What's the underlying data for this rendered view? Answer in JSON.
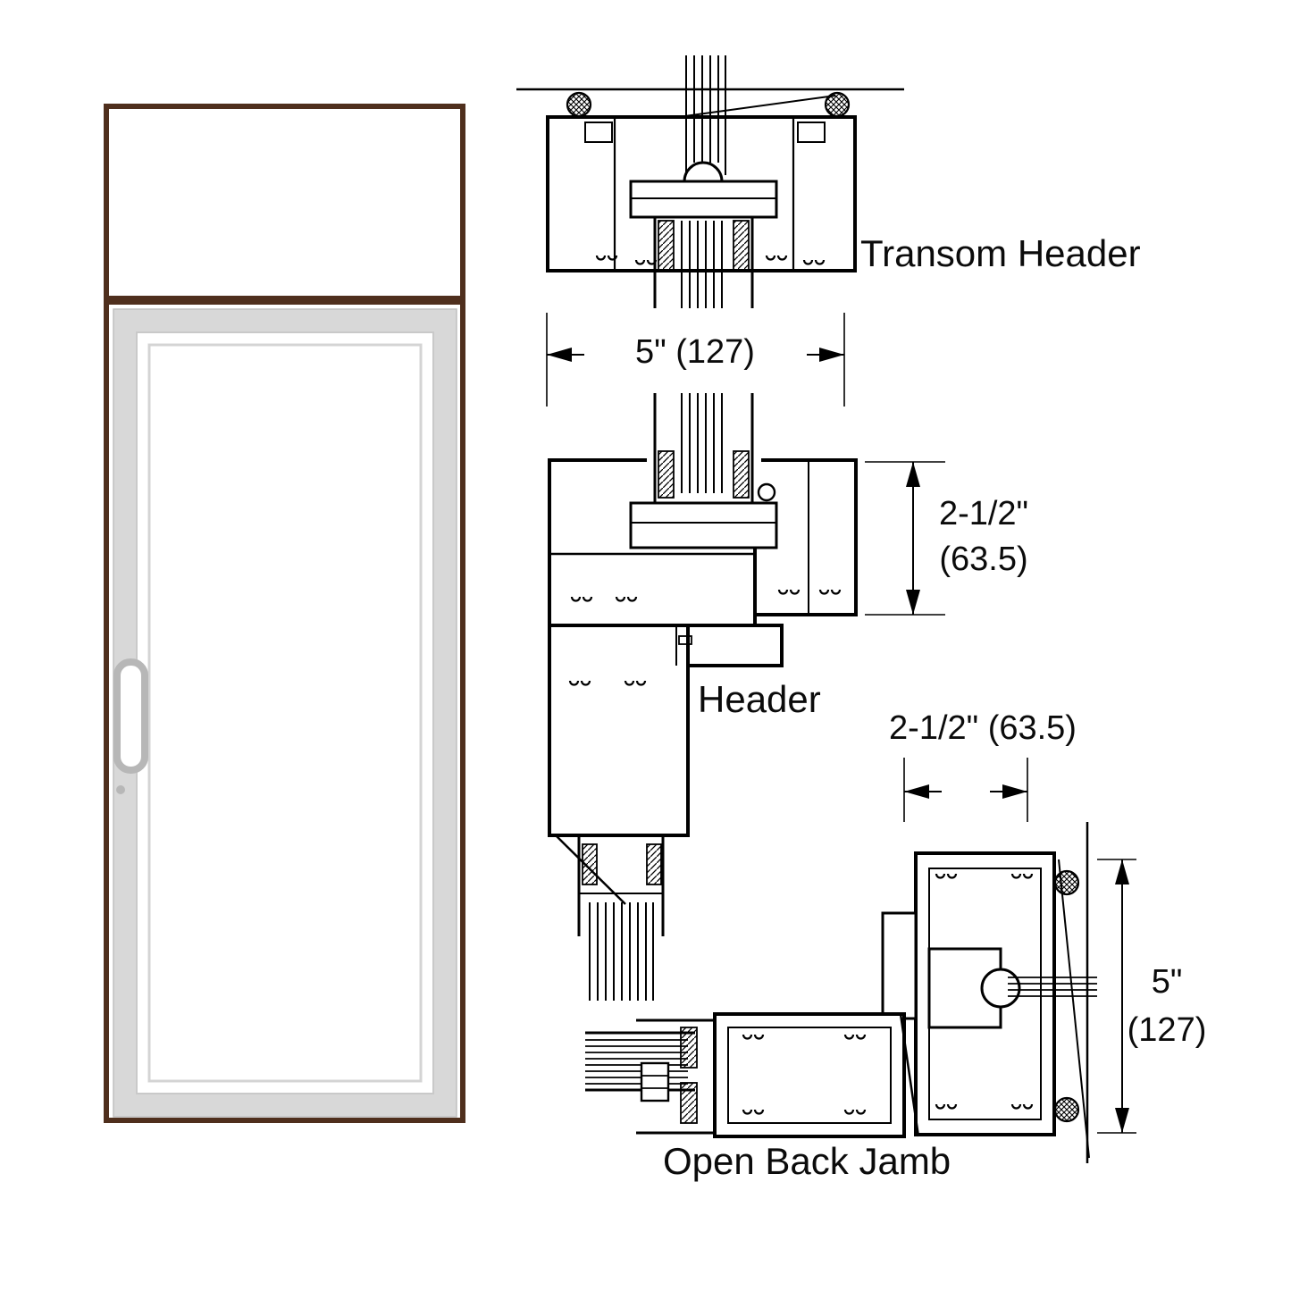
{
  "labels": {
    "transom_header": "Transom Header",
    "header": "Header",
    "open_back_jamb": "Open Back Jamb"
  },
  "dimensions": {
    "transom_width": "5\" (127)",
    "header_height_in": "2-1/2\"",
    "header_height_mm": "(63.5)",
    "jamb_width": "2-1/2\" (63.5)",
    "jamb_height_in": "5\"",
    "jamb_height_mm": "(127)"
  },
  "colors": {
    "frame_brown": "#4f2f1d",
    "door_frame_gray": "#d8d8d8",
    "handle_gray": "#b7b7b7",
    "line": "#000000",
    "background": "#ffffff"
  }
}
